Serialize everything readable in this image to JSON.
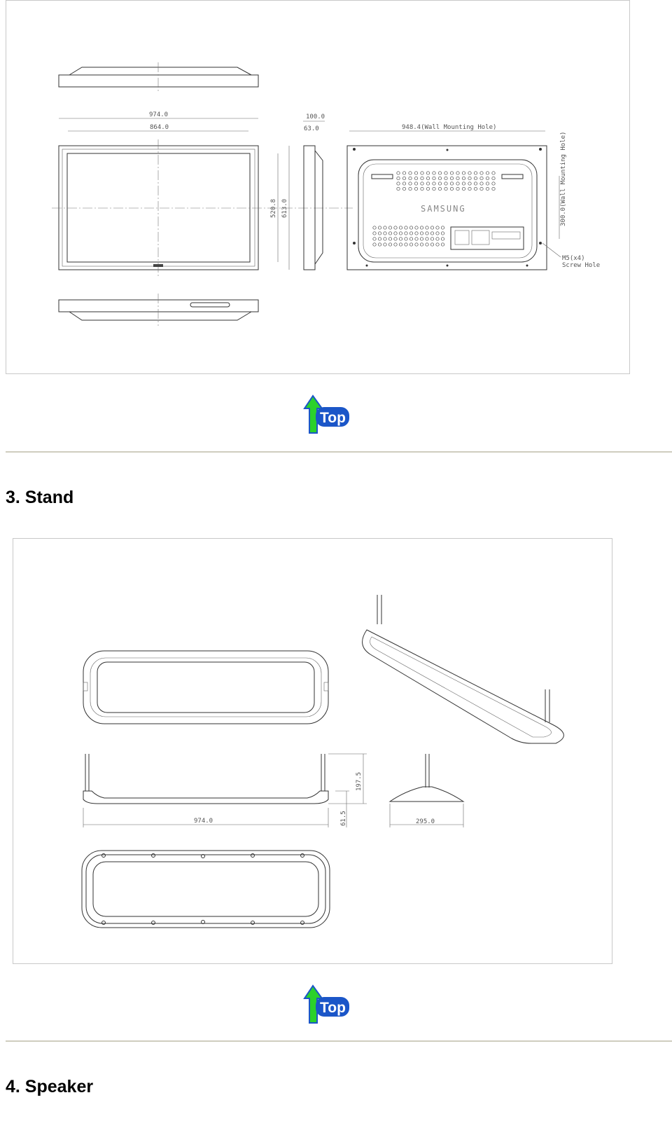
{
  "monitor_drawing": {
    "dims": {
      "width_outer": "974.0",
      "width_inner": "864.0",
      "depth_total": "100.0",
      "depth_body": "63.0",
      "wall_mount_h": "948.4(Wall Mounting Hole)",
      "wall_mount_v": "300.0(Wall Mounting Hole)",
      "screen_h": "520.8",
      "total_h": "613.0",
      "screw_1": "M5(x4)",
      "screw_2": "Screw Hole",
      "brand": "SAMSUNG"
    }
  },
  "top_button": {
    "label": "Top",
    "icon": "top-arrow-icon"
  },
  "stand_section": {
    "title": "3. Stand",
    "dims": {
      "width": "974.0",
      "height": "197.5",
      "base": "61.5",
      "depth": "295.0"
    }
  },
  "speaker_section": {
    "title": "4. Speaker"
  },
  "colors": {
    "rule": "#cfcdbf",
    "top_blue": "#1b56c8",
    "top_green": "#2bd12b"
  }
}
